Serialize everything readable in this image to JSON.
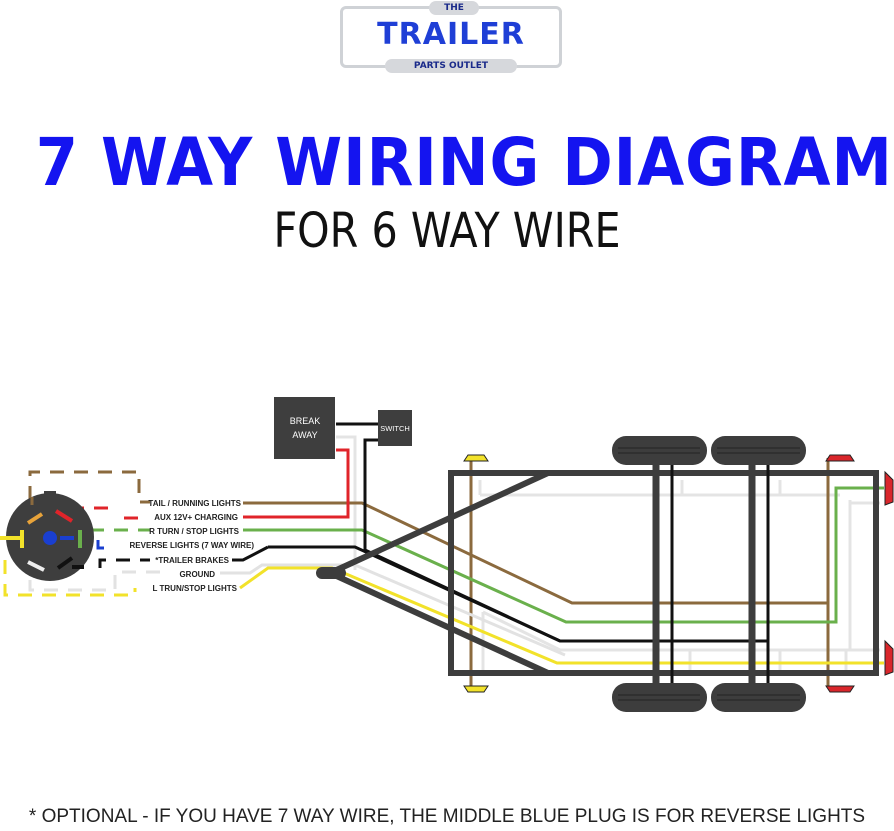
{
  "logo": {
    "top": "THE",
    "main": "TRAILER",
    "sub": "PARTS OUTLET"
  },
  "title": "7 WAY WIRING DIAGRAM",
  "subtitle": "FOR 6 WAY WIRE",
  "components": {
    "breakaway_line1": "BREAK",
    "breakaway_line2": "AWAY",
    "switch": "SWITCH"
  },
  "wires": [
    {
      "label": "TAIL / RUNNING LIGHTS",
      "color": "#8b6a3e"
    },
    {
      "label": "AUX 12V+ CHARGING",
      "color": "#e0242a"
    },
    {
      "label": "R TURN / STOP LIGHTS",
      "color": "#6ab04c"
    },
    {
      "label": "REVERSE LIGHTS (7 WAY WIRE)",
      "color": "#1a3fd0"
    },
    {
      "label": "*TRAILER BRAKES",
      "color": "#111111"
    },
    {
      "label": "GROUND",
      "color": "#e2e2e2"
    },
    {
      "label": "L TRUN/STOP LIGHTS",
      "color": "#f2e22a"
    }
  ],
  "footer": "*   OPTIONAL - IF YOU HAVE 7 WAY WIRE, THE MIDDLE BLUE PLUG IS FOR REVERSE LIGHTS"
}
